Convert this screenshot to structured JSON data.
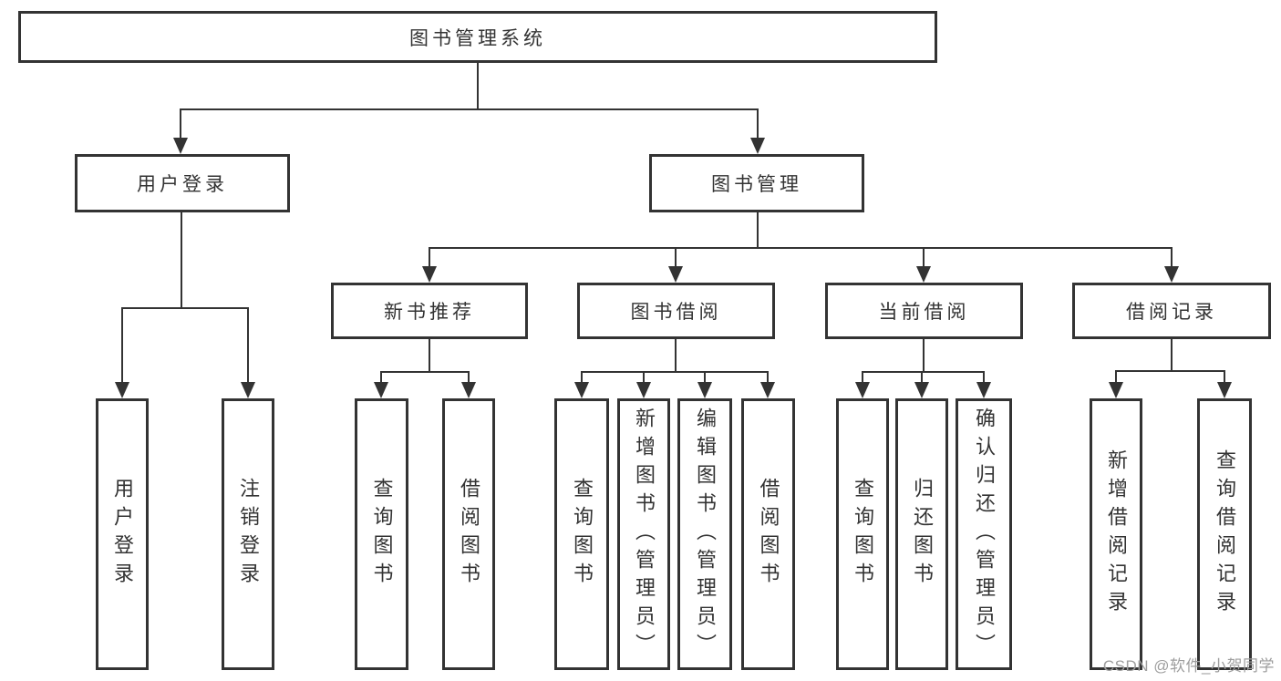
{
  "root": {
    "label": "图书管理系统"
  },
  "user_login": {
    "label": "用户登录",
    "leaves": [
      "用户登录",
      "注销登录"
    ]
  },
  "book_management": {
    "label": "图书管理",
    "groups": [
      {
        "label": "新书推荐",
        "leaves": [
          "查询图书",
          "借阅图书"
        ]
      },
      {
        "label": "图书借阅",
        "leaves": [
          "查询图书",
          "新增图书（管理员）",
          "编辑图书（管理员）",
          "借阅图书"
        ]
      },
      {
        "label": "当前借阅",
        "leaves": [
          "查询图书",
          "归还图书",
          "确认归还（管理员）"
        ]
      },
      {
        "label": "借阅记录",
        "leaves": [
          "新增借阅记录",
          "查询借阅记录"
        ]
      }
    ]
  },
  "watermark": "CSDN @软件_小贺同学",
  "colors": {
    "line": "#333333",
    "text": "#333333",
    "background": "#ffffff",
    "watermark": "#9e9e9e"
  }
}
